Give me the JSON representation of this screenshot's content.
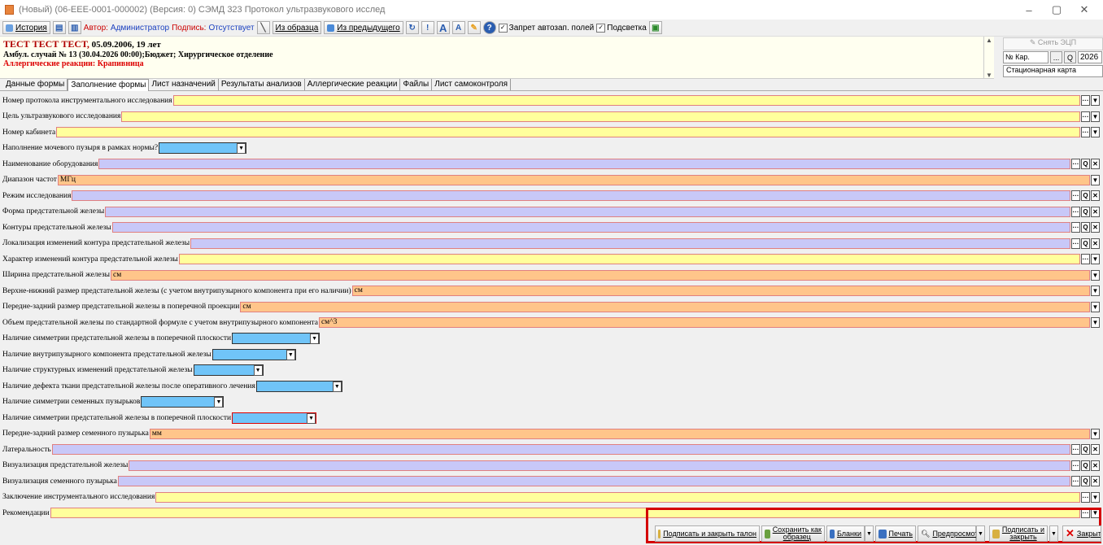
{
  "window": {
    "title": "(Новый) (06-ЕЕЕ-0001-000002) (Версия: 0) СЭМД 323 Протокол ультразвукового исслед",
    "minimize": "–",
    "maximize": "▢",
    "close": "✕"
  },
  "toolbar": {
    "history": "История",
    "author_label": "Автор:",
    "author_value": "Администратор",
    "signature_label": "Подпись:",
    "signature_value": "Отсутствует",
    "from_template": "Из образца",
    "from_previous": "Из предыдущего",
    "font_big": "A",
    "font_small": "A",
    "help": "?",
    "autofill_ban": "Запрет автозап. полей",
    "highlight": "Подсветка"
  },
  "patient": {
    "name": "ТЕСТ ТЕСТ ТЕСТ,",
    "age": " 05.09.2006, 19 лет",
    "visit": "Амбул. случай № 13 (30.04.2026 00:00);Бюджет; Хирургическое отделение",
    "allergy": "Аллергические реакции: Крапивница"
  },
  "right_panel": {
    "remove_sign": "Снять ЭЦП",
    "card_no": "№ Кар.",
    "ellipsis": "...",
    "search": "Q",
    "year": "2026",
    "card_type": "Стационарная карта"
  },
  "tabs": [
    "Данные формы",
    "Заполнение формы",
    "Лист назначений",
    "Результаты анализов",
    "Аллергические реакции",
    "Файлы",
    "Лист самоконтроля"
  ],
  "fields": [
    {
      "label": "Номер протокола инструментального исследования",
      "value": "",
      "color": "yellow",
      "kind": "full",
      "buttons": "dd"
    },
    {
      "label": "Цель ультразвукового исследования",
      "value": "",
      "color": "yellow",
      "kind": "full",
      "buttons": "dd"
    },
    {
      "label": "Номер кабинета",
      "value": "",
      "color": "yellow",
      "kind": "full",
      "buttons": "dd"
    },
    {
      "label": "Наполнение мочевого пузыря в рамках нормы?",
      "value": "",
      "color": "blue",
      "kind": "combo"
    },
    {
      "label": "Наименование оборудования",
      "value": "",
      "color": "violet",
      "kind": "full",
      "buttons": "dsx"
    },
    {
      "label": "Диапазон частот",
      "value": "МГц",
      "color": "orange",
      "kind": "full",
      "buttons": "d"
    },
    {
      "label": "Режим исследования",
      "value": "",
      "color": "violet",
      "kind": "full",
      "buttons": "dsx"
    },
    {
      "label": "Форма предстательной железы",
      "value": "",
      "color": "violet",
      "kind": "full",
      "buttons": "dsx"
    },
    {
      "label": "Контуры предстательной железы",
      "value": "",
      "color": "violet",
      "kind": "full",
      "buttons": "dsx"
    },
    {
      "label": "Локализация изменений контура предстательной железы",
      "value": "",
      "color": "violet",
      "kind": "full",
      "buttons": "dsx"
    },
    {
      "label": "Характер изменений контура предстательной железы",
      "value": "",
      "color": "yellow",
      "kind": "full",
      "buttons": "dd"
    },
    {
      "label": "Ширина предстательной железы",
      "value": "см",
      "color": "orange",
      "kind": "full",
      "buttons": "d"
    },
    {
      "label": "Верхне-нижний размер предстательной железы (с учетом внутрипузырного компонента при его наличии)",
      "value": "см",
      "color": "orange",
      "kind": "full",
      "buttons": "d"
    },
    {
      "label": "Передне-задний размер предстательной железы в поперечной проекции",
      "value": "см",
      "color": "orange",
      "kind": "full",
      "buttons": "d"
    },
    {
      "label": "Объем предстательной железы по стандартной формуле с учетом внутрипузырного компонента",
      "value": "см^3",
      "color": "orange",
      "kind": "full",
      "buttons": "d"
    },
    {
      "label": "Наличие симметрии предстательной железы в поперечной плоскости",
      "value": "",
      "color": "blue",
      "kind": "combo"
    },
    {
      "label": "Наличие внутрипузырного компонента предстательной железы",
      "value": "",
      "color": "blue",
      "kind": "combo"
    },
    {
      "label": "Наличие структурных изменений предстательной железы",
      "value": "",
      "color": "blue",
      "kind": "combo"
    },
    {
      "label": "Наличие дефекта ткани предстательной железы после оперативного лечения",
      "value": "",
      "color": "blue",
      "kind": "combo"
    },
    {
      "label": "Наличие симметрии семенных пузырьков",
      "value": "",
      "color": "blue",
      "kind": "combo"
    },
    {
      "label": "Наличие симметрии предстательной железы в поперечной плоскости",
      "value": "",
      "color": "blue",
      "kind": "combo",
      "red": true
    },
    {
      "label": "Передне-задний размер семенного пузырька",
      "value": "мм",
      "color": "orange",
      "kind": "full",
      "buttons": "d"
    },
    {
      "label": "Латеральность",
      "value": "",
      "color": "violet",
      "kind": "full",
      "buttons": "dsx"
    },
    {
      "label": "Визуализация предстательной железы",
      "value": "",
      "color": "violet",
      "kind": "full",
      "buttons": "dsx"
    },
    {
      "label": "Визуализация семенного пузырька",
      "value": "",
      "color": "violet",
      "kind": "full",
      "buttons": "dsx"
    },
    {
      "label": "Заключение инструментального исследования",
      "value": "",
      "color": "yellow",
      "kind": "full",
      "buttons": "dd"
    },
    {
      "label": "Рекомендации",
      "value": "",
      "color": "yellow",
      "kind": "full",
      "buttons": "dd"
    }
  ],
  "bottom": {
    "sign_close_ticket": "Подписать и закрыть талон",
    "save_as_template_1": "Сохранить как",
    "save_as_template_2": "образец",
    "forms": "Бланки",
    "print": "Печать",
    "preview": "Предпросмотр",
    "sign_close_1": "Подписать и",
    "sign_close_2": "закрыть",
    "close": "Закрыть"
  },
  "colors": {
    "yellow": "#ffff9c",
    "orange": "#ffc58a",
    "violet": "#c8c8f8",
    "blue": "#70c4f8",
    "highlight_frame": "#d40000"
  }
}
